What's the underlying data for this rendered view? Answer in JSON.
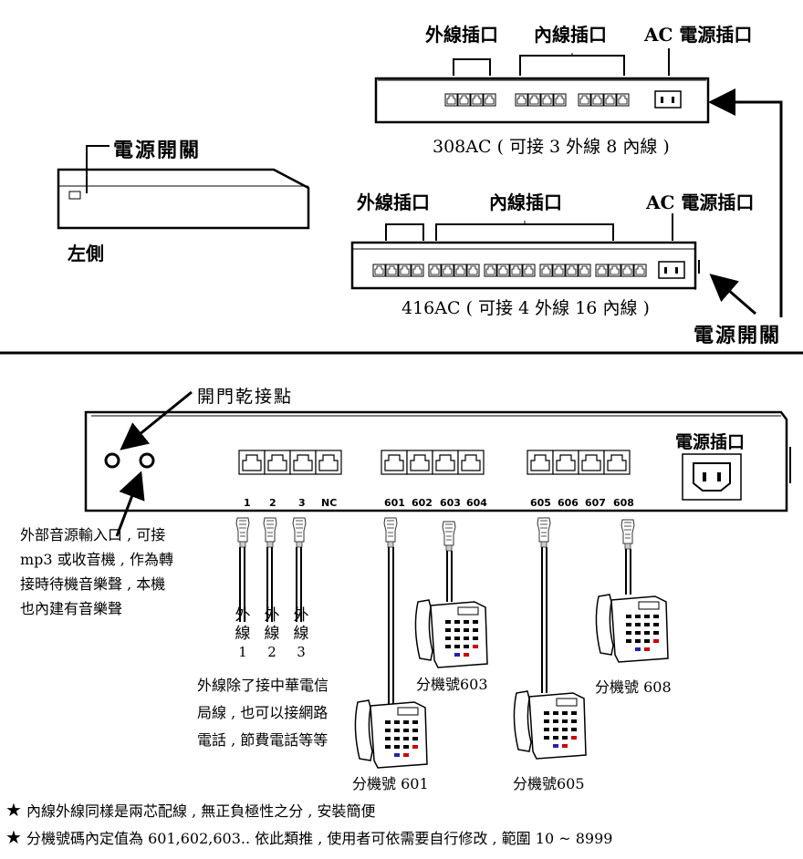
{
  "top": {
    "model_308": {
      "label_outer": "外線插口",
      "label_inner": "內線插口",
      "label_ac": "AC 電源插口",
      "caption": "308AC ( 可接 3 外線 8 內線 )"
    },
    "model_416": {
      "label_outer": "外線插口",
      "label_inner": "內線插口",
      "label_ac": "AC 電源插口",
      "caption": "416AC ( 可接 4 外線 16 內線 )"
    },
    "side": {
      "power_switch_label": "電源開關",
      "side_label": "左側"
    },
    "power_switch_right": "電源開關"
  },
  "bottom": {
    "door_contact_label": "開門乾接點",
    "power_socket_label": "電源插口",
    "port_labels_outer": [
      "1",
      "2",
      "3",
      "NC"
    ],
    "port_labels_group2": [
      "601",
      "602",
      "603",
      "604"
    ],
    "port_labels_group3": [
      "605",
      "606",
      "607",
      "608"
    ],
    "audio_note": [
      "外部音源輸入口 , 可接",
      "mp3 或收音機 , 作為轉",
      "接時待機音樂聲 , 本機",
      "也內建有音樂聲"
    ],
    "outer_lines": [
      {
        "chars": [
          "外",
          "線"
        ],
        "num": "1"
      },
      {
        "chars": [
          "外",
          "線"
        ],
        "num": "2"
      },
      {
        "chars": [
          "外",
          "線"
        ],
        "num": "3"
      }
    ],
    "outer_note": [
      "外線除了接中華電信",
      "局線 , 也可以接網路",
      "電話 , 節費電話等等"
    ],
    "ext_601": "分機號 601",
    "ext_603": "分機號603",
    "ext_605": "分機號605",
    "ext_608": "分機號 608"
  },
  "notes": [
    {
      "icon": "★",
      "text": "內線外線同樣是兩芯配線 , 無正負極性之分 , 安裝簡便"
    },
    {
      "icon": "★",
      "text": "分機號碼內定值為 601,602,603.. 依此類推 , 使用者可依需要自行修改 , 範圍 10 ~ 8999"
    }
  ]
}
